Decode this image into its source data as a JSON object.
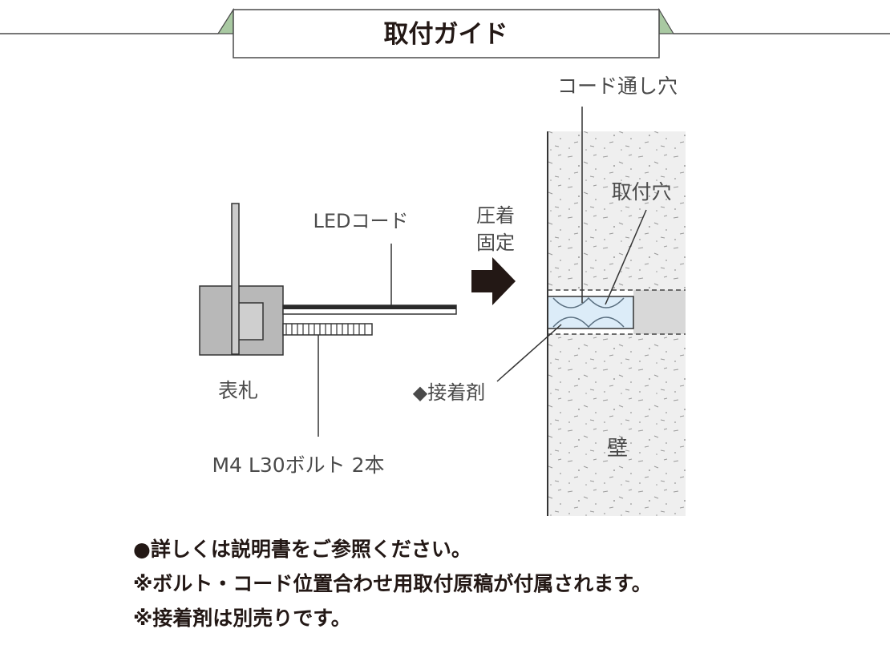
{
  "header": {
    "title": "取付ガイド",
    "accent_color": "#a9c9a2",
    "line_color": "#4a4a4a"
  },
  "diagram": {
    "labels": {
      "cord_hole": "コード通し穴",
      "led_cord": "LEDコード",
      "press_fix_line1": "圧着",
      "press_fix_line2": "固定",
      "mounting_hole": "取付穴",
      "nameplate": "表札",
      "adhesive": "◆接着剤",
      "bolt": "M4 L30ボルト 2本",
      "wall": "壁"
    },
    "colors": {
      "wall_fill": "#eeeeee",
      "wall_hole_fill": "#d8d8d8",
      "plate_fill": "#b8b8b8",
      "adhesive_fill": "#dcecf8",
      "arrow_fill": "#231815"
    }
  },
  "notes": [
    "●詳しくは説明書をご参照ください。",
    "※ボルト・コード位置合わせ用取付原稿が付属されます。",
    "※接着剤は別売りです。"
  ]
}
